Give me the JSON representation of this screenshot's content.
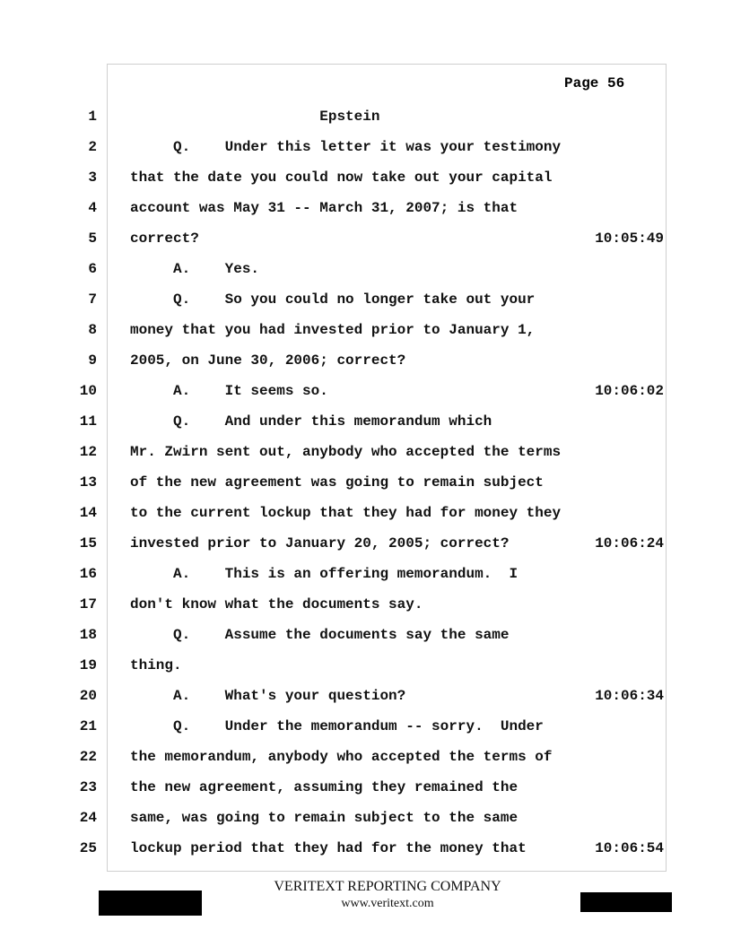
{
  "page_label": "Page 56",
  "lines": [
    {
      "n": "1",
      "text": "                      Epstein",
      "time": ""
    },
    {
      "n": "2",
      "text": "     Q.    Under this letter it was your testimony",
      "time": ""
    },
    {
      "n": "3",
      "text": "that the date you could now take out your capital",
      "time": ""
    },
    {
      "n": "4",
      "text": "account was May 31 -- March 31, 2007; is that",
      "time": ""
    },
    {
      "n": "5",
      "text": "correct?",
      "time": "10:05:49"
    },
    {
      "n": "6",
      "text": "     A.    Yes.",
      "time": ""
    },
    {
      "n": "7",
      "text": "     Q.    So you could no longer take out your",
      "time": ""
    },
    {
      "n": "8",
      "text": "money that you had invested prior to January 1,",
      "time": ""
    },
    {
      "n": "9",
      "text": "2005, on June 30, 2006; correct?",
      "time": ""
    },
    {
      "n": "10",
      "text": "     A.    It seems so.",
      "time": "10:06:02"
    },
    {
      "n": "11",
      "text": "     Q.    And under this memorandum which",
      "time": ""
    },
    {
      "n": "12",
      "text": "Mr. Zwirn sent out, anybody who accepted the terms",
      "time": ""
    },
    {
      "n": "13",
      "text": "of the new agreement was going to remain subject",
      "time": ""
    },
    {
      "n": "14",
      "text": "to the current lockup that they had for money they",
      "time": ""
    },
    {
      "n": "15",
      "text": "invested prior to January 20, 2005; correct?",
      "time": "10:06:24"
    },
    {
      "n": "16",
      "text": "     A.    This is an offering memorandum.  I",
      "time": ""
    },
    {
      "n": "17",
      "text": "don't know what the documents say.",
      "time": ""
    },
    {
      "n": "18",
      "text": "     Q.    Assume the documents say the same",
      "time": ""
    },
    {
      "n": "19",
      "text": "thing.",
      "time": ""
    },
    {
      "n": "20",
      "text": "     A.    What's your question?",
      "time": "10:06:34"
    },
    {
      "n": "21",
      "text": "     Q.    Under the memorandum -- sorry.  Under",
      "time": ""
    },
    {
      "n": "22",
      "text": "the memorandum, anybody who accepted the terms of",
      "time": ""
    },
    {
      "n": "23",
      "text": "the new agreement, assuming they remained the",
      "time": ""
    },
    {
      "n": "24",
      "text": "same, was going to remain subject to the same",
      "time": ""
    },
    {
      "n": "25",
      "text": "lockup period that they had for the money that",
      "time": "10:06:54"
    }
  ],
  "footer": {
    "company": "VERITEXT REPORTING COMPANY",
    "website": "www.veritext.com"
  }
}
